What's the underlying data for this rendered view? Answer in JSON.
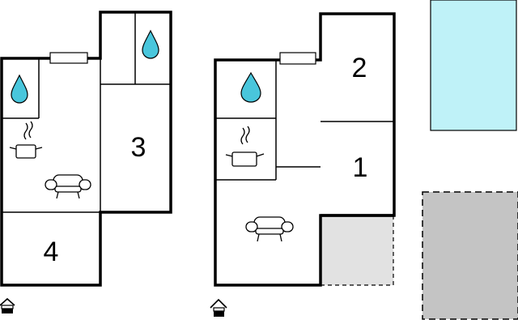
{
  "rooms": {
    "r1": "1",
    "r2": "2",
    "r3": "3",
    "r4": "4"
  },
  "icons": [
    "water-drop-icon",
    "cooking-pot-icon",
    "sofa-icon",
    "window-icon",
    "entrance-icon"
  ],
  "colors": {
    "pool": "#bff2f8",
    "terrace": "#e2e2e2",
    "parking": "#c4c4c4",
    "water_drop": "#49c6dc",
    "wall": "#000000"
  }
}
